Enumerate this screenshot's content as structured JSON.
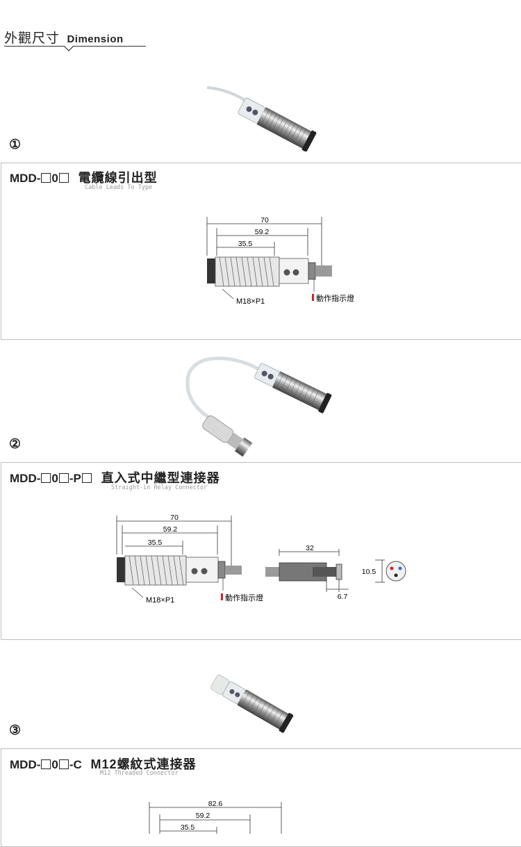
{
  "header": {
    "title_zh": "外觀尺寸",
    "title_en": "Dimension"
  },
  "sections": [
    {
      "number": "①",
      "model_prefix": "MDD-",
      "model_mid": "0",
      "model_suffix": "",
      "title_zh": "電纜線引出型",
      "title_en": "Cable Leads To Type",
      "dims": {
        "total": "70",
        "body": "59.2",
        "thread": "35.5"
      },
      "thread_label": "M18×P1",
      "indicator_label": "動作指示燈"
    },
    {
      "number": "②",
      "model_prefix": "MDD-",
      "model_mid": "0",
      "model_suffix": "-P",
      "title_zh": "直入式中繼型連接器",
      "title_en": "Straight-in Relay Connector",
      "dims": {
        "total": "70",
        "body": "59.2",
        "thread": "35.5"
      },
      "thread_label": "M18×P1",
      "indicator_label": "動作指示燈",
      "connector": {
        "length": "32",
        "tip": "6.7",
        "diameter": "10.5"
      }
    },
    {
      "number": "③",
      "model_prefix": "MDD-",
      "model_mid": "0",
      "model_suffix": "-C",
      "title_zh": "M12螺紋式連接器",
      "title_en": "M12 Threaded Connector",
      "dims": {
        "total": "82.6",
        "body": "59.2",
        "thread": "35.5"
      }
    }
  ],
  "colors": {
    "indicator": "#d6202a",
    "pin_red": "#d6202a",
    "pin_blue": "#2a6fd6",
    "border": "#bdbdbd"
  }
}
